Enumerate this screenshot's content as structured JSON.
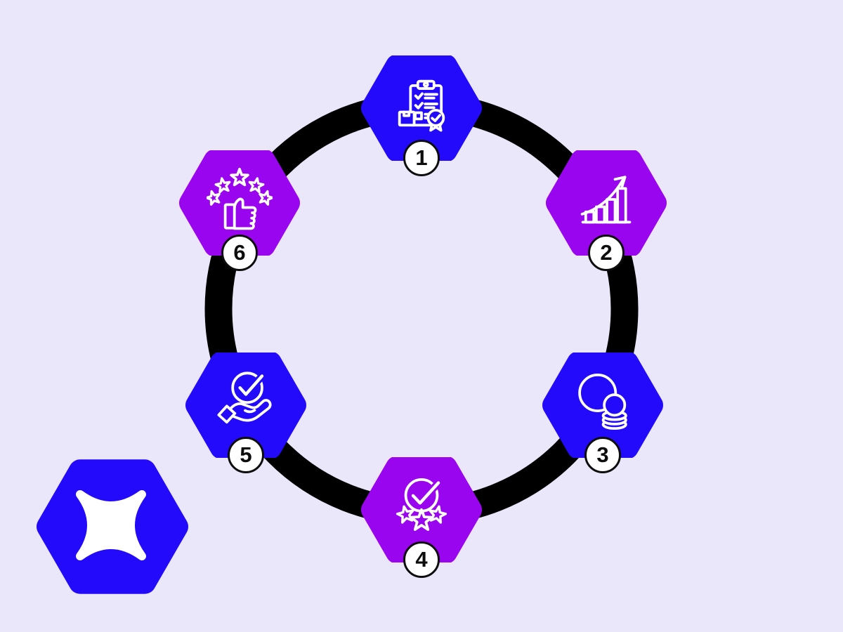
{
  "canvas": {
    "background_color": "#EAE7FB",
    "ring_color": "#000000"
  },
  "colors": {
    "blue": "#230AFA",
    "purple": "#9A05F0",
    "white": "#FFFFFF",
    "badge_border": "#0D0D0D"
  },
  "diagram": {
    "type": "circular-process",
    "step_count": 6
  },
  "steps": [
    {
      "number": "1",
      "icon": "clipboard-checklist-certificate-icon",
      "color": "blue"
    },
    {
      "number": "2",
      "icon": "growth-bar-chart-icon",
      "color": "purple"
    },
    {
      "number": "3",
      "icon": "coins-icon",
      "color": "blue"
    },
    {
      "number": "4",
      "icon": "stars-checkmark-icon",
      "color": "purple"
    },
    {
      "number": "5",
      "icon": "hand-checkmark-icon",
      "color": "blue"
    },
    {
      "number": "6",
      "icon": "thumbs-up-stars-icon",
      "color": "purple"
    }
  ],
  "logo": {
    "icon": "four-point-star-icon",
    "color": "blue"
  }
}
